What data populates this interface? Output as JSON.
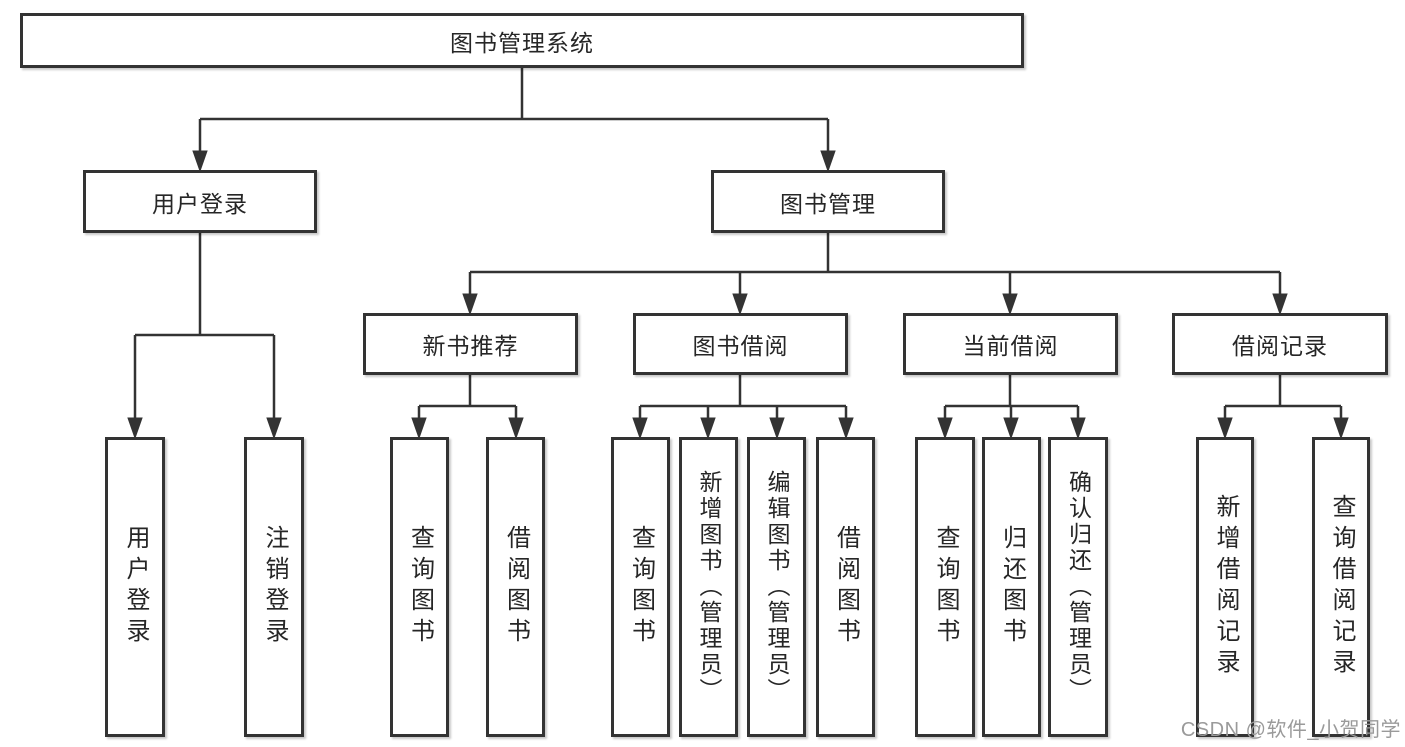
{
  "tree": {
    "root": {
      "label": "图书管理系统"
    },
    "branches": [
      {
        "label": "用户登录",
        "children": [
          {
            "label": "用户登录"
          },
          {
            "label": "注销登录"
          }
        ]
      },
      {
        "label": "图书管理",
        "groups": [
          {
            "label": "新书推荐",
            "children": [
              {
                "label": "查询图书"
              },
              {
                "label": "借阅图书"
              }
            ]
          },
          {
            "label": "图书借阅",
            "children": [
              {
                "label": "查询图书"
              },
              {
                "label": "新增图书（管理员）"
              },
              {
                "label": "编辑图书（管理员）"
              },
              {
                "label": "借阅图书"
              }
            ]
          },
          {
            "label": "当前借阅",
            "children": [
              {
                "label": "查询图书"
              },
              {
                "label": "归还图书"
              },
              {
                "label": "确认归还（管理员）"
              }
            ]
          },
          {
            "label": "借阅记录",
            "children": [
              {
                "label": "新增借阅记录"
              },
              {
                "label": "查询借阅记录"
              }
            ]
          }
        ]
      }
    ]
  },
  "watermark": {
    "text": "CSDN @软件_小贺同学"
  },
  "colors": {
    "background": "#ffffff",
    "box_fill": "#ffffff",
    "box_border": "#333333",
    "line": "#333333",
    "text": "#262626",
    "watermark": "#9a9a9a"
  }
}
